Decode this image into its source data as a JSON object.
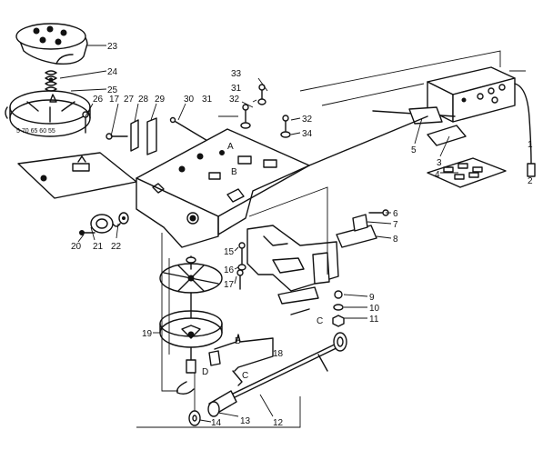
{
  "callouts": [
    {
      "id": "c1",
      "text": "1"
    },
    {
      "id": "c2",
      "text": "2"
    },
    {
      "id": "c3",
      "text": "3"
    },
    {
      "id": "c4",
      "text": "4"
    },
    {
      "id": "c5",
      "text": "5"
    },
    {
      "id": "c6",
      "text": "6"
    },
    {
      "id": "c7",
      "text": "7"
    },
    {
      "id": "c8",
      "text": "8"
    },
    {
      "id": "c9",
      "text": "9"
    },
    {
      "id": "c10",
      "text": "10"
    },
    {
      "id": "c11",
      "text": "11"
    },
    {
      "id": "c12",
      "text": "12"
    },
    {
      "id": "c13",
      "text": "13"
    },
    {
      "id": "c14",
      "text": "14"
    },
    {
      "id": "c15",
      "text": "15"
    },
    {
      "id": "c16",
      "text": "16"
    },
    {
      "id": "c17a",
      "text": "17"
    },
    {
      "id": "c17b",
      "text": "17"
    },
    {
      "id": "c18",
      "text": "18"
    },
    {
      "id": "c19",
      "text": "19"
    },
    {
      "id": "c20",
      "text": "20"
    },
    {
      "id": "c21",
      "text": "21"
    },
    {
      "id": "c22",
      "text": "22"
    },
    {
      "id": "c23",
      "text": "23"
    },
    {
      "id": "c24",
      "text": "24"
    },
    {
      "id": "c25",
      "text": "25"
    },
    {
      "id": "c26",
      "text": "26"
    },
    {
      "id": "c27",
      "text": "27"
    },
    {
      "id": "c28",
      "text": "28"
    },
    {
      "id": "c29",
      "text": "29"
    },
    {
      "id": "c30",
      "text": "30"
    },
    {
      "id": "c31a",
      "text": "31"
    },
    {
      "id": "c31b",
      "text": "31"
    },
    {
      "id": "c32a",
      "text": "32"
    },
    {
      "id": "c32b",
      "text": "32"
    },
    {
      "id": "c33",
      "text": "33"
    },
    {
      "id": "c34",
      "text": "34"
    }
  ],
  "letters": {
    "A": "A",
    "B": "B",
    "C": "C",
    "D": "D",
    "B2": "B",
    "C2": "C"
  },
  "dial_text": "5 70 65 60 55"
}
